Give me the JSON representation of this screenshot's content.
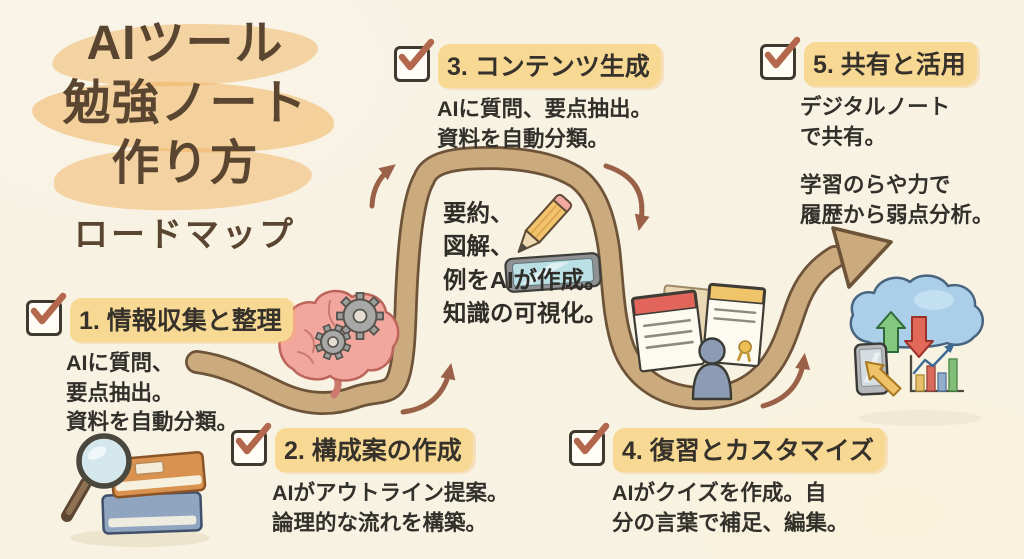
{
  "page": {
    "background": "#f8f2e3"
  },
  "title": {
    "line1": "AIツール",
    "line2": "勉強ノート",
    "line3": "作り方",
    "subtitle": "ロードマップ"
  },
  "steps": [
    {
      "num_title": "1. 情報収集と整理",
      "body": "AIに質問、\n要点抽出。\n資料を自動分類。"
    },
    {
      "num_title": "2. 構成案の作成",
      "body": "AIがアウトライン提案。\n論理的な流れを構築。"
    },
    {
      "num_title": "3. コンテンツ生成",
      "body": "AIに質問、要点抽出。\n資料を自動分類。"
    },
    {
      "num_title": "4. 復習とカスタマイズ",
      "body": "AIがクイズを作成。自\n分の言葉で補足、編集。"
    },
    {
      "num_title": "5. 共有と活用",
      "body": "デジタルノート\nで共有。",
      "body2": "学習のらや力で\n履歴から弱点分析。"
    }
  ],
  "center_note": {
    "text": "要約、\n図解、\n例をAIが作成。\n知識の可視化。"
  },
  "colors": {
    "background": "#f8f2e3",
    "title_text": "#5a4630",
    "title_highlight": "#f0b25e",
    "step_highlight": "#f7d994",
    "body_text": "#32302b",
    "road_fill": "#cbab7e",
    "road_outline": "#6d5338",
    "small_arrow": "#9a6148",
    "checkmark": "#b3674c",
    "brain_pink": "#f2a79e",
    "person_blue": "#8c9cb5",
    "cloud_blue": "#abcfe9"
  },
  "icons": [
    "checkbox-check-icon",
    "road-arrow-icon",
    "curved-arrow-icon",
    "brain-gears-icon",
    "magnifier-books-icon",
    "pencil-icon",
    "tablet-icon",
    "note-cards-icon",
    "person-icon",
    "cloud-sync-icon",
    "phone-cursor-icon",
    "bar-chart-icon"
  ]
}
